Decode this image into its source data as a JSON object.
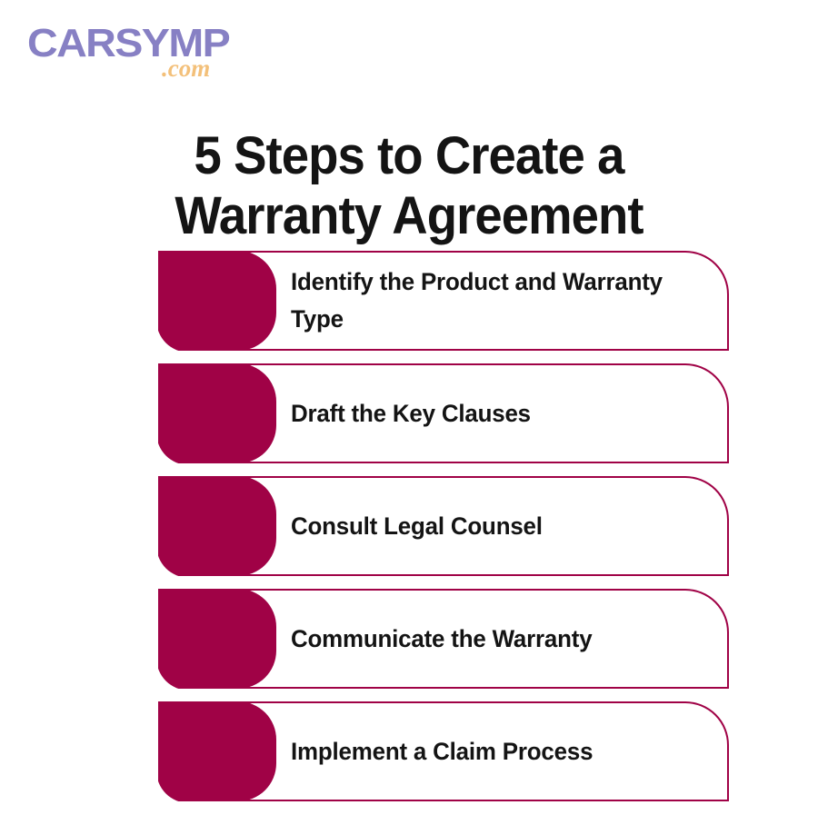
{
  "brand": {
    "name": "CARSYMP",
    "tld": ".com",
    "name_color": "#8780c4",
    "tld_color": "#f3c07a"
  },
  "heading": {
    "line1": "5 Steps to Create a",
    "line2": "Warranty Agreement",
    "color": "#141414"
  },
  "theme": {
    "accent": "#a00246",
    "background": "#ffffff",
    "card_background": "#ffffff",
    "text": "#141414"
  },
  "steps": [
    {
      "label": "Identify the Product and Warranty Type"
    },
    {
      "label": "Draft the Key Clauses"
    },
    {
      "label": "Consult Legal Counsel"
    },
    {
      "label": "Communicate the Warranty"
    },
    {
      "label": "Implement a Claim Process"
    }
  ]
}
